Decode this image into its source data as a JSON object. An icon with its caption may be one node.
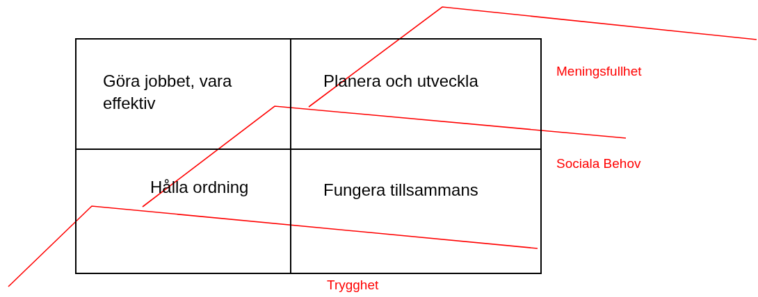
{
  "diagram": {
    "nodes": [
      {
        "text": [
          "Göra jobbet, vara effektiv"
        ]
      },
      {
        "text": [
          "Planera och utveckla"
        ]
      },
      {
        "text": [
          "Hålla ordning"
        ]
      },
      {
        "text": [
          "Fungera tillsammans"
        ]
      }
    ],
    "labels": [
      "Meningsfullhet",
      "Sociala Behov",
      "Trygghet"
    ]
  }
}
